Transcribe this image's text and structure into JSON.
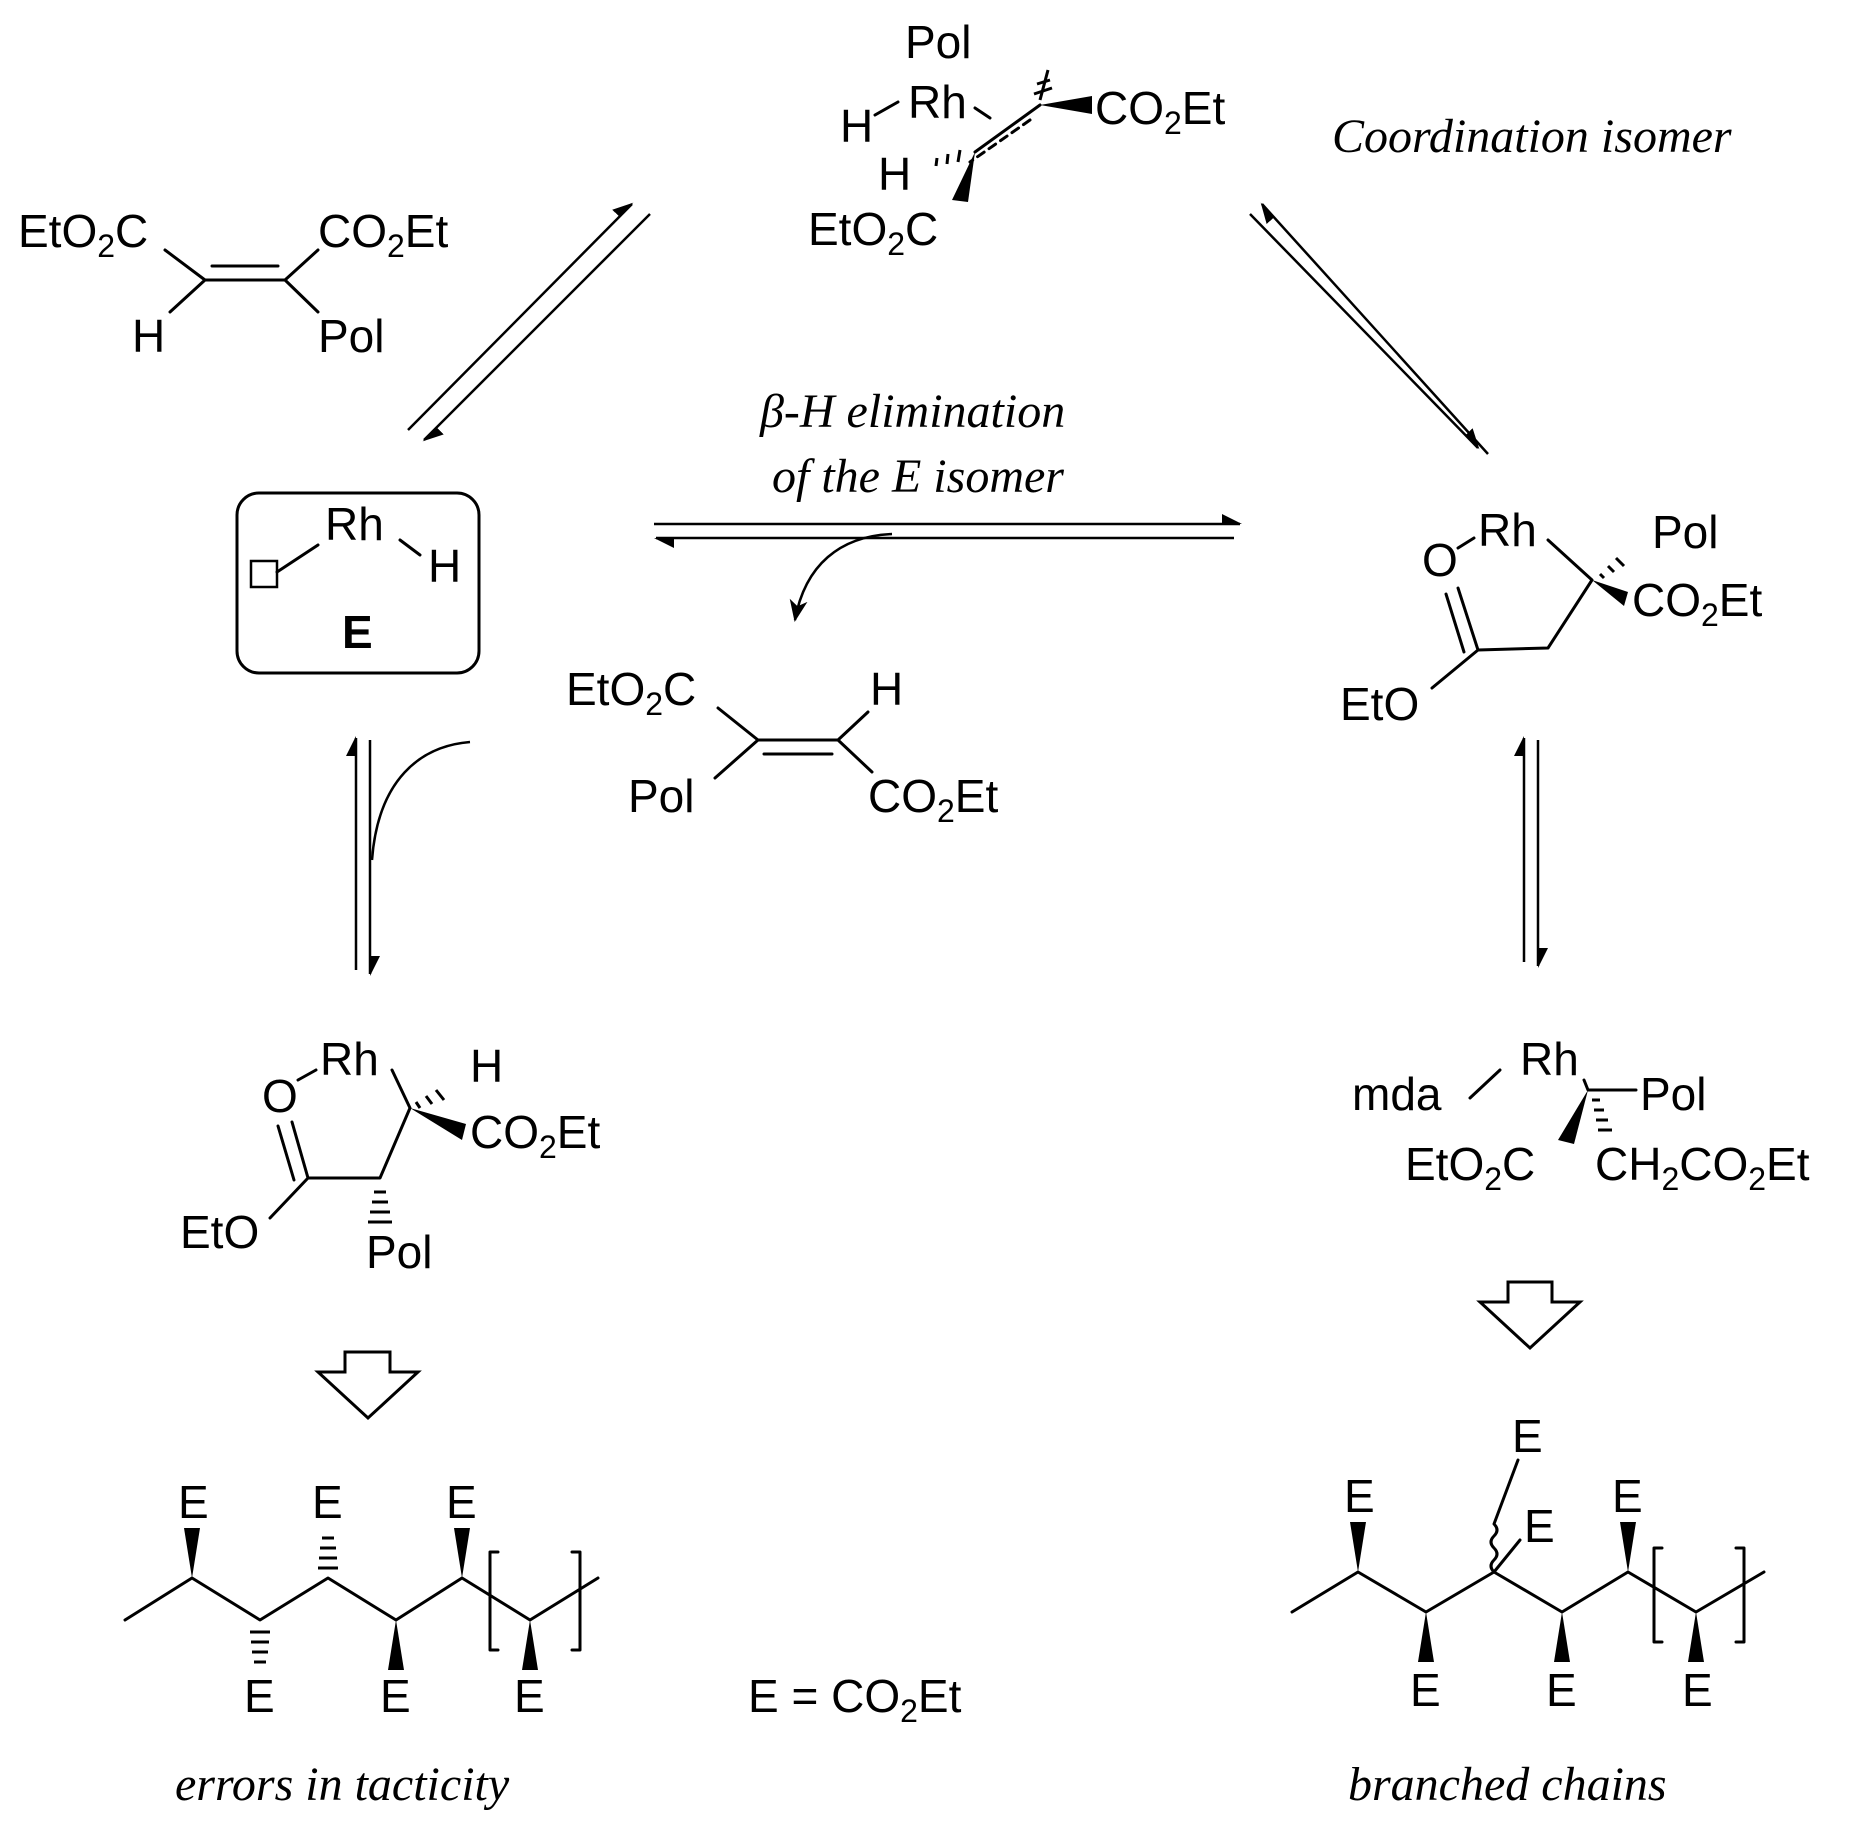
{
  "labels": {
    "coordination_isomer": "Coordination isomer",
    "beta_h_line1": "β-H elimination",
    "beta_h_line2": "of the E isomer",
    "errors": "errors in tacticity",
    "branched": "branched chains",
    "e_def_prefix": "E = CO",
    "e_def_sub": "2",
    "e_def_suffix": "Et",
    "complex_e": "E"
  },
  "atoms": {
    "rh": "Rh",
    "h": "H",
    "o": "O",
    "e": "E",
    "pol": "Pol",
    "eto": "EtO",
    "mda": "mda",
    "co2et_a": "CO",
    "co2et_sub": "2",
    "co2et_b": "Et",
    "eto2c_a": "EtO",
    "eto2c_sub": "2",
    "eto2c_b": "C",
    "ch2_a": "CH",
    "ch2_sub": "2",
    "ch2_b": "CO",
    "ch2_sub2": "2",
    "ch2_c": "Et"
  }
}
